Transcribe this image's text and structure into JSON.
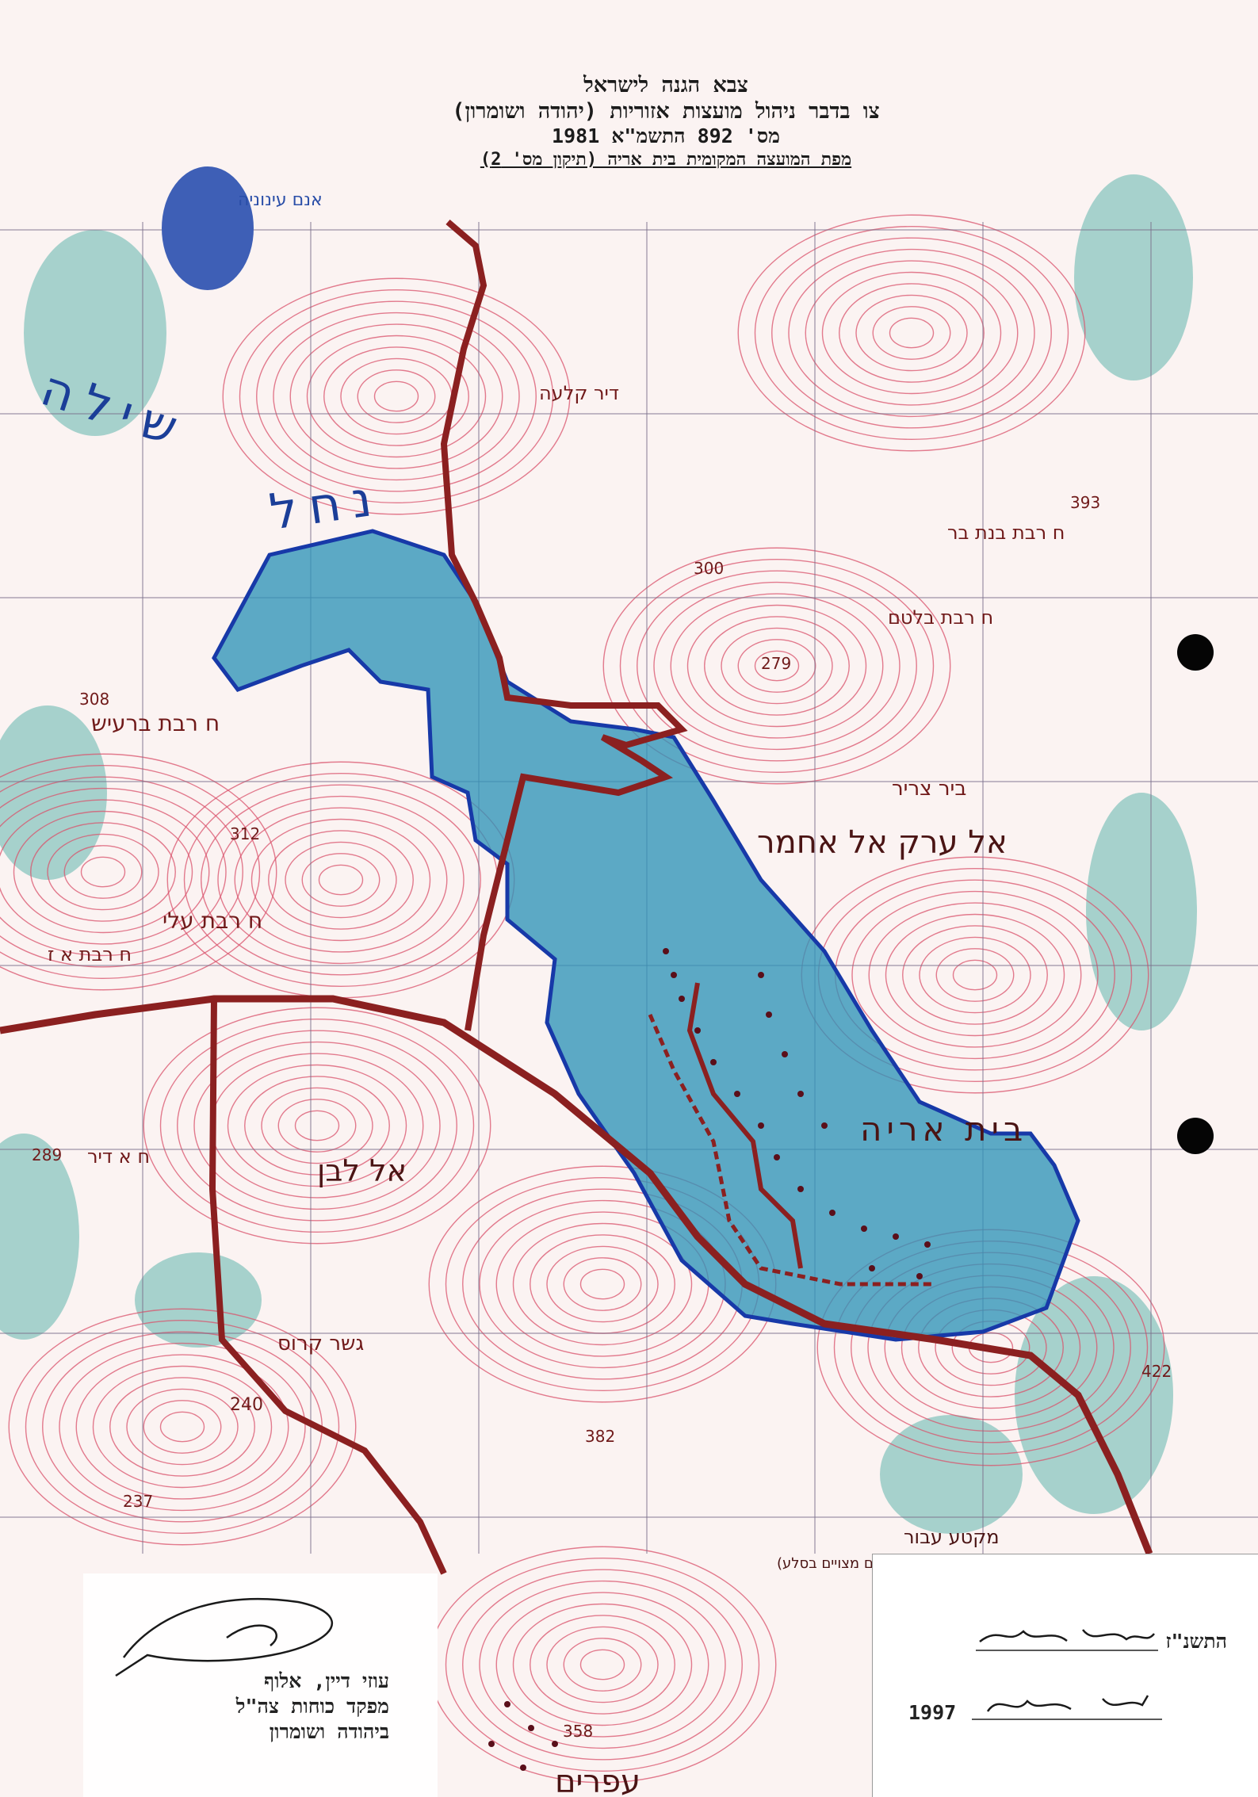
{
  "header": {
    "line1": "צבא הגנה לישראל",
    "line2": "צו בדבר ניהול מועצות אזוריות (יהודה ושומרון)",
    "line3": "מס' 892 התשמ\"א 1981",
    "line4": "מפת המועצה המקומית בית אריה (תיקון מס' 2)"
  },
  "map_labels": {
    "ein_junia": "אנם עינוניה",
    "nahal": "נחל",
    "shilo": "שילה",
    "deir_qalaa": "דיר קלעה",
    "khirbet_bnat_bar": "ח רבת בנת בר",
    "khirbet_baltam": "ח רבת בלטם",
    "khirbet_bir": "ח רבת ברעיש",
    "bir_tzirin": "ביר צריר",
    "al_arak_al_ahmar": "אל ערק אל אחמר",
    "khirbet_ali": "ח רבת עלי",
    "khirbet_aiz": "ח רבת א ז",
    "beit_arye": "בית אריה",
    "al_luban": "אל לבן",
    "khirbet_adir": "ח א דיר",
    "gesher_kros": "גשר קרוס",
    "ofarim": "עפרים",
    "mikta_avur": "מקטע עבור",
    "mikta_sub": "(שברים עתורים מצויים בסלע)",
    "elev_393": "393",
    "elev_300": "300",
    "elev_279": "279",
    "elev_308": "308",
    "elev_312": "312",
    "elev_289": "289",
    "elev_240": "240",
    "elev_237": "237",
    "elev_382": "382",
    "elev_422": "422",
    "elev_358": "358"
  },
  "signature_left": {
    "name": "עוזי דיין, אלוף",
    "title": "מפקד כוחות צה\"ל",
    "region": "ביהודה ושומרון"
  },
  "signature_right": {
    "hebrew_label": "התשנ\"ז",
    "year": "1997"
  },
  "colors": {
    "contour": "#d9516b",
    "boundary_fill": "#2f93b8",
    "boundary_edge": "#1739a8",
    "road": "#8b2020",
    "vegetation": "#3fa89d",
    "grid": "#7a6e8a"
  }
}
